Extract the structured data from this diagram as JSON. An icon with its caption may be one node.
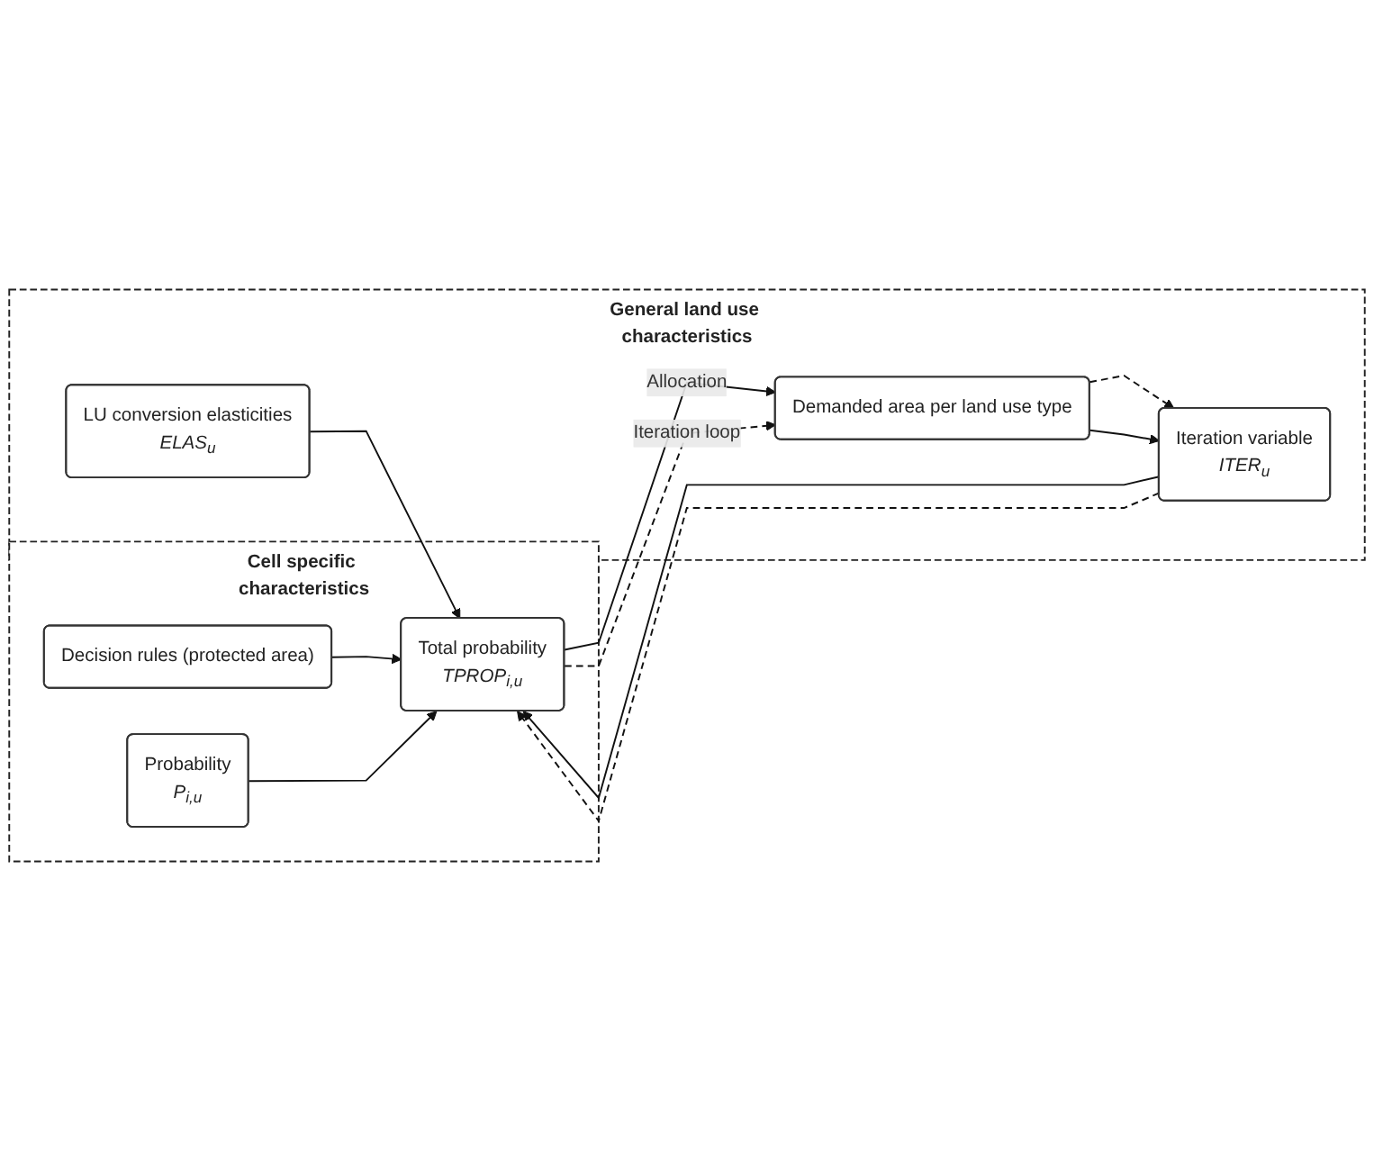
{
  "diagram": {
    "nodes": [
      {
        "text": [
          "Cell specific characteristics"
        ]
      },
      {
        "text": [
          "Decision rules (protected area)"
        ],
        "in": 0
      },
      {
        "text": [
          "Total probability",
          "TPROP$_{i,u}$"
        ],
        "in": 0
      },
      {
        "text": [
          "Probability",
          "P$_{i,u}$"
        ],
        "in": 0
      },
      {
        "text": [
          "General land use characteristics"
        ]
      },
      {
        "text": [
          "LU conversion elasticities",
          "ELAS$_{u}$"
        ],
        "in": 4
      },
      {
        "text": [
          "Demanded area per land use type"
        ],
        "in": 4
      },
      {
        "text": [
          "Iteration variable",
          "ITER$_{u}$"
        ],
        "in": 4
      }
    ],
    "edges": [
      {
        "from": 1,
        "to": 2,
        "arrow": "to"
      },
      {
        "from": 3,
        "to": 2,
        "arrow": "to"
      },
      {
        "from": 2,
        "to": 6,
        "arrow": "to",
        "label": "Allocation"
      },
      {
        "from": 2,
        "to": 6,
        "arrow": "to",
        "label": "Iteration loop",
        "style": "dashed"
      },
      {
        "from": 6,
        "to": 7,
        "arrow": "to",
        "style": "dashed"
      },
      {
        "from": 6,
        "to": 7,
        "arrow": "to"
      },
      {
        "from": 5,
        "to": 2,
        "arrow": "to"
      },
      {
        "from": 7,
        "to": 2,
        "arrow": "to"
      },
      {
        "from": 7,
        "to": 2,
        "arrow": "to",
        "style": "dashed"
      }
    ]
  }
}
